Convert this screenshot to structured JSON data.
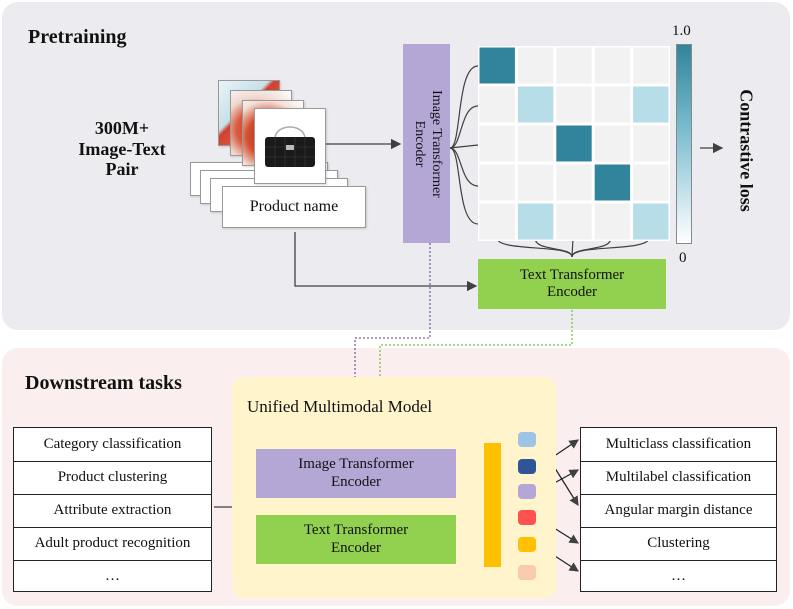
{
  "pretraining": {
    "title": "Pretraining",
    "data_label": "300M+\nImage-Text\nPair",
    "product_name": "Product name",
    "image_encoder": "Image Transformer Encoder",
    "text_encoder": "Text Transformer Encoder",
    "loss": "Contrastive loss",
    "colorbar_max": "1.0",
    "colorbar_min": "0",
    "similarity_matrix": [
      [
        1.0,
        0.0,
        0.0,
        0.0,
        0.0
      ],
      [
        0.0,
        0.3,
        0.0,
        0.0,
        0.3
      ],
      [
        0.0,
        0.0,
        1.0,
        0.0,
        0.0
      ],
      [
        0.0,
        0.0,
        0.0,
        1.0,
        0.0
      ],
      [
        0.0,
        0.3,
        0.0,
        0.0,
        0.3
      ]
    ]
  },
  "downstream": {
    "title": "Downstream tasks",
    "model_title": "Unified Multimodal Model",
    "image_encoder": "Image Transformer Encoder",
    "text_encoder": "Text Transformer Encoder",
    "tasks": [
      "Category classification",
      "Product clustering",
      "Attribute extraction",
      "Adult product recognition",
      "…"
    ],
    "outputs": [
      "Multiclass classification",
      "Multilabel classification",
      "Angular margin distance",
      "Clustering",
      "…"
    ],
    "embedding_colors": [
      "#9dc3e6",
      "#2f5597",
      "#b4a7d6",
      "#ff5050",
      "#ffc000",
      "#f8cbad"
    ]
  },
  "colors": {
    "pretrain_bg": "#ecebef",
    "downstream_bg": "#fbeeee",
    "model_bg": "#fff4cc",
    "image_encoder": "#b4a7d6",
    "text_encoder": "#92d050",
    "embedding_bar": "#ffc000",
    "matrix_strong": "#31849b",
    "matrix_weak": "#b7dde8",
    "matrix_empty": "#f2f2f2"
  }
}
